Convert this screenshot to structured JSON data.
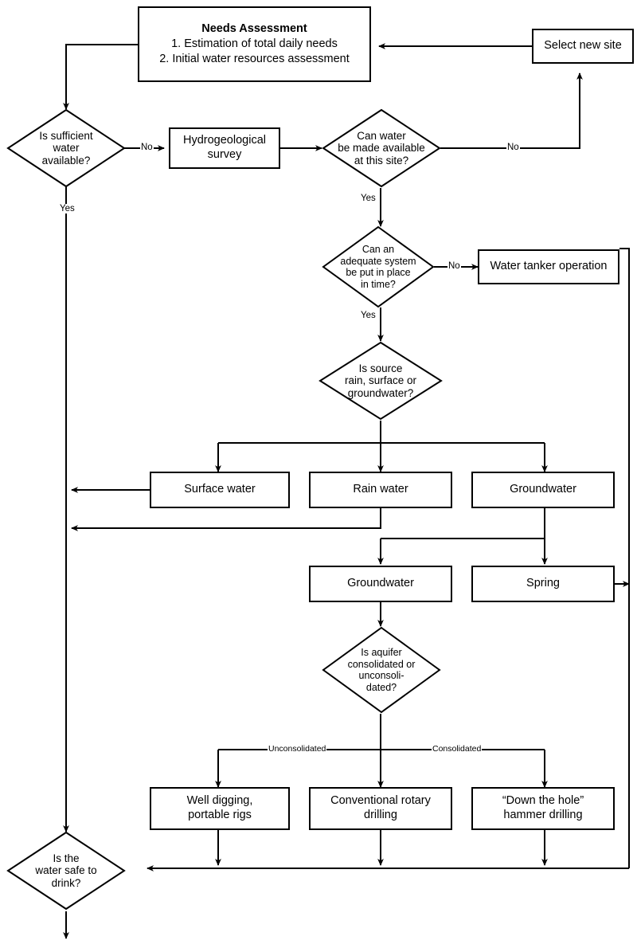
{
  "diagram": {
    "title": "Water supply source selection flowchart",
    "line_color": "#000000",
    "background": "#ffffff"
  },
  "nodes": {
    "needs_assessment": {
      "title": "Needs Assessment",
      "item1": "1.  Estimation of total daily needs",
      "item2": "2.  Initial water resources assessment"
    },
    "select_new_site": "Select new site",
    "sufficient_water": "Is sufficient water available?",
    "hydrogeological_survey": "Hydrogeological survey",
    "water_available_site": "Can water be made available at this site?",
    "adequate_system": "Can an adequate system be put in place in time?",
    "water_tanker": "Water tanker operation",
    "source_type": "Is source rain, surface or groundwater?",
    "surface_water": "Surface water",
    "rain_water": "Rain water",
    "groundwater_top": "Groundwater",
    "groundwater_second": "Groundwater",
    "spring": "Spring",
    "aquifer_type": "Is aquifer consolidated or unconsoli- dated?",
    "well_digging": "Well digging, portable rigs",
    "rotary_drilling": "Conventional rotary drilling",
    "hammer_drilling": "“Down the hole” hammer drilling",
    "water_safe": "Is the water safe to drink?"
  },
  "diamond_lines": {
    "sufficient_water": [
      "Is sufficient",
      "water",
      "available?"
    ],
    "water_available_site": [
      "Can water",
      "be made available",
      "at this site?"
    ],
    "adequate_system": [
      "Can an",
      "adequate system",
      "be put in place",
      "in time?"
    ],
    "source_type": [
      "Is source",
      "rain, surface or",
      "groundwater?"
    ],
    "aquifer_type": [
      "Is aquifer",
      "consolidated or",
      "unconsoli-",
      "dated?"
    ],
    "water_safe": [
      "Is the",
      "water safe to",
      "drink?"
    ]
  },
  "box_lines": {
    "hydrogeological_survey": [
      "Hydrogeological",
      "survey"
    ],
    "well_digging": [
      "Well digging,",
      "portable rigs"
    ],
    "rotary_drilling": [
      "Conventional rotary",
      "drilling"
    ],
    "hammer_drilling": [
      "“Down the hole”",
      "hammer drilling"
    ]
  },
  "edge_labels": {
    "no_sufficient": "No",
    "yes_sufficient": "Yes",
    "no_site": "No",
    "yes_site": "Yes",
    "no_adequate": "No",
    "yes_adequate": "Yes",
    "unconsolidated": "Unconsolidated",
    "consolidated": "Consolidated"
  }
}
